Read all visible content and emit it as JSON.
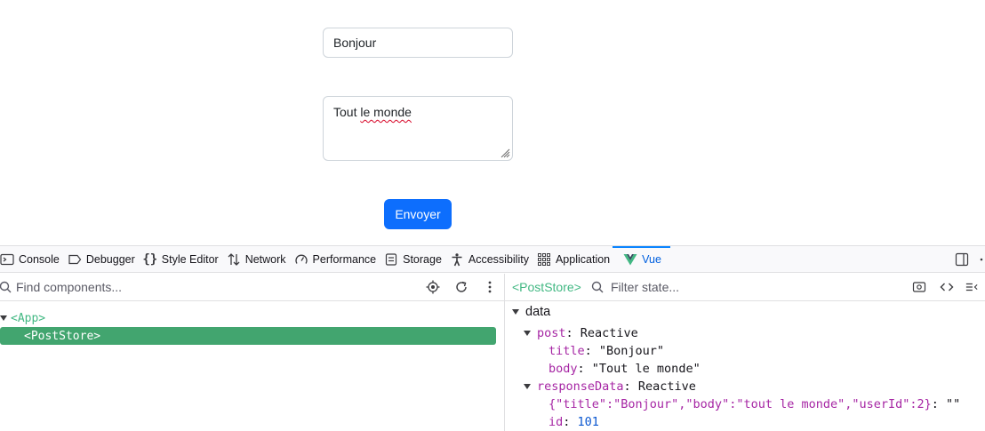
{
  "form": {
    "title_value": "Bonjour",
    "body_value_prefix": "Tout ",
    "body_value_misspelled": "le monde",
    "submit_label": "Envoyer"
  },
  "devtools": {
    "tabs": [
      {
        "label": "Console",
        "icon": "console-icon"
      },
      {
        "label": "Debugger",
        "icon": "debugger-icon"
      },
      {
        "label": "Style Editor",
        "icon": "braces-icon"
      },
      {
        "label": "Network",
        "icon": "network-arrows-icon"
      },
      {
        "label": "Performance",
        "icon": "gauge-icon"
      },
      {
        "label": "Storage",
        "icon": "storage-icon"
      },
      {
        "label": "Accessibility",
        "icon": "accessibility-icon"
      },
      {
        "label": "Application",
        "icon": "grid-icon"
      },
      {
        "label": "Vue",
        "icon": "vue-logo-icon",
        "active": true
      }
    ],
    "components": {
      "search_placeholder": "Find components...",
      "tree": [
        "<App>",
        "<PostStore>"
      ]
    },
    "inspector": {
      "selected": "<PostStore>",
      "filter_placeholder": "Filter state...",
      "section": "data",
      "post_key": "post",
      "post_type": "Reactive",
      "title_key": "title",
      "title_val": "\"Bonjour\"",
      "body_key": "body",
      "body_val": "\"Tout le monde\"",
      "response_key": "responseData",
      "response_type": "Reactive",
      "response_raw_key": "{\"title\":\"Bonjour\",\"body\":\"tout le monde\",\"userId\":2}",
      "response_raw_val": "\"\"",
      "id_key": "id",
      "id_val": "101"
    },
    "colors": {
      "accent": "#0a84ff",
      "vue_green": "#42b883",
      "selected_row": "#42a56f",
      "button_primary": "#0d6efd"
    }
  }
}
